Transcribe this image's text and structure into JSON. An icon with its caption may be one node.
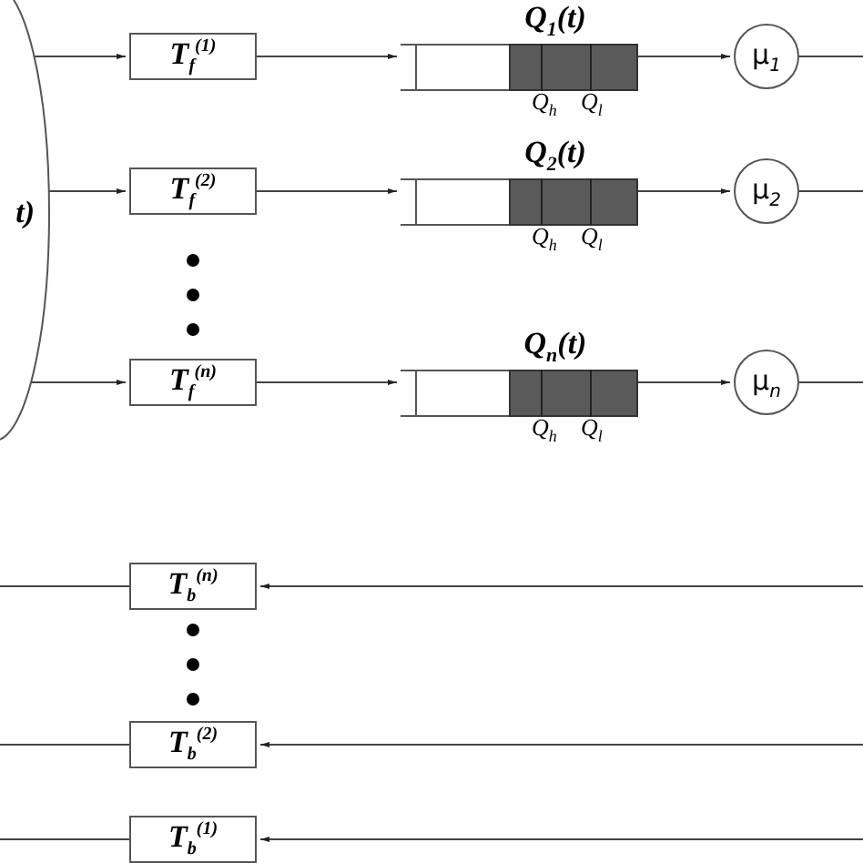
{
  "diagram": {
    "nodes": [
      {
        "text": [
          "t)"
        ]
      },
      {
        "text": [
          "T$_{f}$$^{(1)}$"
        ]
      },
      {
        "text": [
          "T$_{f}$$^{(2)}$"
        ]
      },
      {
        "text": [
          "T$_{f}$$^{(n)}$"
        ]
      },
      {
        "text": [
          "Q$_{1}$(t)"
        ],
        "beside": [
          "Q$_{h}$",
          "Q$_{l}$"
        ]
      },
      {
        "text": [
          "Q$_{2}$(t)"
        ],
        "beside": [
          "Q$_{h}$",
          "Q$_{l}$"
        ]
      },
      {
        "text": [
          "Q$_{n}$(t)"
        ],
        "beside": [
          "Q$_{h}$",
          "Q$_{l}$"
        ]
      },
      {
        "text": [
          "μ$_{1}$"
        ]
      },
      {
        "text": [
          "μ$_{2}$"
        ]
      },
      {
        "text": [
          "μ$_{n}$"
        ]
      },
      {
        "text": [
          "T$_{b}$$^{(n)}$"
        ]
      },
      {
        "text": [
          "T$_{b}$$^{(2)}$"
        ]
      },
      {
        "text": [
          "T$_{b}$$^{(1)}$"
        ]
      }
    ],
    "edges": [
      {
        "from": 0,
        "to": 1,
        "arrow": "to"
      },
      {
        "from": 0,
        "to": 2,
        "arrow": "to"
      },
      {
        "from": 0,
        "to": 3,
        "arrow": "to"
      },
      {
        "from": 1,
        "to": 4,
        "arrow": "to"
      },
      {
        "from": 2,
        "to": 5,
        "arrow": "to"
      },
      {
        "from": 3,
        "to": 6,
        "arrow": "to"
      },
      {
        "from": 4,
        "to": 7,
        "arrow": "to"
      },
      {
        "from": 5,
        "to": 8,
        "arrow": "to"
      },
      {
        "from": 6,
        "to": 9,
        "arrow": "to"
      },
      {
        "from": 7,
        "to": null,
        "arrow": "none"
      },
      {
        "from": 8,
        "to": null,
        "arrow": "none"
      },
      {
        "from": 9,
        "to": null,
        "arrow": "none"
      },
      {
        "from": null,
        "to": 10,
        "arrow": "to"
      },
      {
        "from": null,
        "to": 11,
        "arrow": "to"
      },
      {
        "from": null,
        "to": 12,
        "arrow": "to"
      },
      {
        "from": 10,
        "to": null,
        "arrow": "none"
      },
      {
        "from": 11,
        "to": null,
        "arrow": "none"
      },
      {
        "from": 12,
        "to": null,
        "arrow": "none"
      }
    ]
  }
}
